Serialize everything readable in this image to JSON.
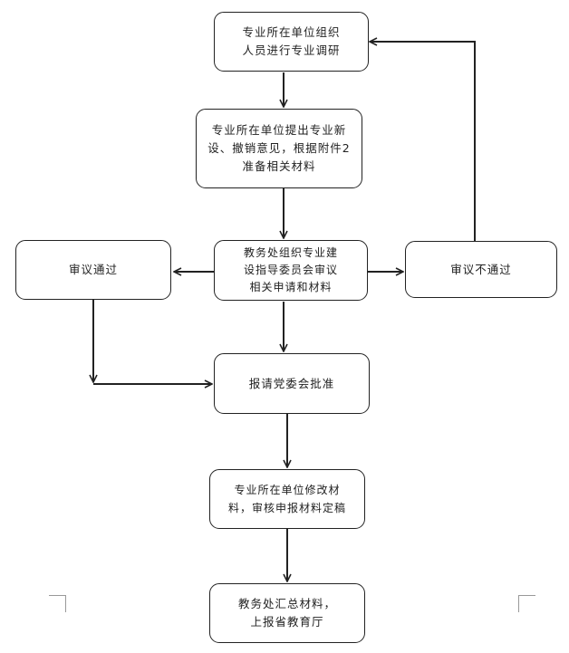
{
  "nodes": {
    "research": {
      "lines": [
        "专业所在单位组织",
        "人员进行专业调研"
      ]
    },
    "propose": {
      "lines": [
        "专业所在单位提出专业新",
        "设、撤销意见，根据附件2",
        "准备相关材料"
      ]
    },
    "review": {
      "lines": [
        "教务处组织专业建",
        "设指导委员会审议",
        "相关申请和材料"
      ]
    },
    "approved": {
      "lines": [
        "审议通过"
      ]
    },
    "rejected": {
      "lines": [
        "审议不通过"
      ]
    },
    "party_approve": {
      "lines": [
        "报请党委会批准"
      ]
    },
    "finalize": {
      "lines": [
        "专业所在单位修改材",
        "料，审核申报材料定稿"
      ]
    },
    "submit": {
      "lines": [
        "教务处汇总材料，",
        "上报省教育厅"
      ]
    }
  },
  "colors": {
    "stroke": "#222222",
    "background": "#ffffff",
    "corner_marks": "#999999"
  }
}
